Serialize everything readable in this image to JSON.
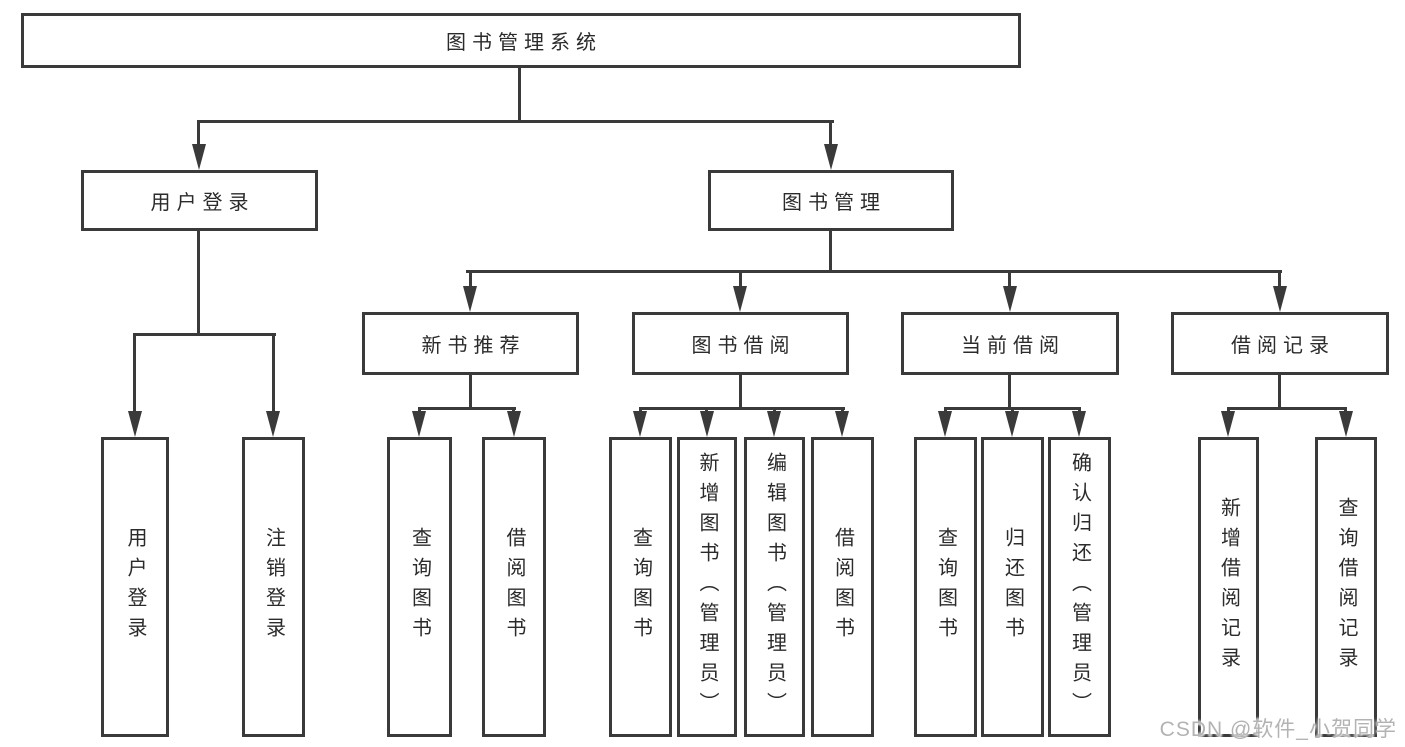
{
  "diagram": {
    "root": "图书管理系统",
    "branches": [
      {
        "label": "用户登录",
        "children": [
          "用户登录",
          "注销登录"
        ]
      },
      {
        "label": "图书管理",
        "sections": [
          {
            "label": "新书推荐",
            "children": [
              "查询图书",
              "借阅图书"
            ]
          },
          {
            "label": "图书借阅",
            "children": [
              "查询图书",
              "新增图书（管理员）",
              "编辑图书（管理员）",
              "借阅图书"
            ]
          },
          {
            "label": "当前借阅",
            "children": [
              "查询图书",
              "归还图书",
              "确认归还（管理员）"
            ]
          },
          {
            "label": "借阅记录",
            "children": [
              "新增借阅记录",
              "查询借阅记录"
            ]
          }
        ]
      }
    ]
  },
  "watermark": {
    "text": "CSDN @软件_小贺同学"
  },
  "colors": {
    "line": "#3a3a3a",
    "text": "#2b2b2b",
    "watermark": "#b3b3b3"
  }
}
